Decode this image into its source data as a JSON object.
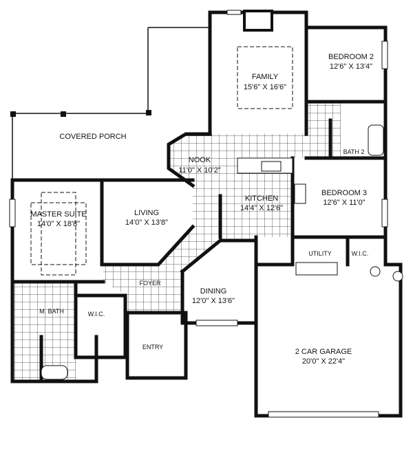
{
  "rooms": {
    "covered_porch": {
      "name": "COVERED PORCH"
    },
    "family": {
      "name": "FAMILY",
      "size": "15'6\" X 16'6\""
    },
    "bedroom2": {
      "name": "BEDROOM 2",
      "size": "12'6\" X 13'4\""
    },
    "bath2": {
      "name": "BATH 2"
    },
    "nook": {
      "name": "NOOK",
      "size": "11'0\" X 10'2\""
    },
    "kitchen": {
      "name": "KITCHEN",
      "size": "14'4\" X 12'6\""
    },
    "bedroom3": {
      "name": "BEDROOM 3",
      "size": "12'6\" X 11'0\""
    },
    "master_suite": {
      "name": "MASTER SUITE",
      "size": "14'0\" X 18'8\""
    },
    "living": {
      "name": "LIVING",
      "size": "14'0\" X 13'8\""
    },
    "utility": {
      "name": "UTILITY"
    },
    "wic_bed3": {
      "name": "W.I.C."
    },
    "foyer": {
      "name": "FOYER"
    },
    "dining": {
      "name": "DINING",
      "size": "12'0\" X 13'6\""
    },
    "master_bath": {
      "name": "M. BATH"
    },
    "wic_master": {
      "name": "W.I.C."
    },
    "entry": {
      "name": "ENTRY"
    },
    "garage": {
      "name": "2 CAR GARAGE",
      "size": "20'0\" X 22'4\""
    }
  }
}
